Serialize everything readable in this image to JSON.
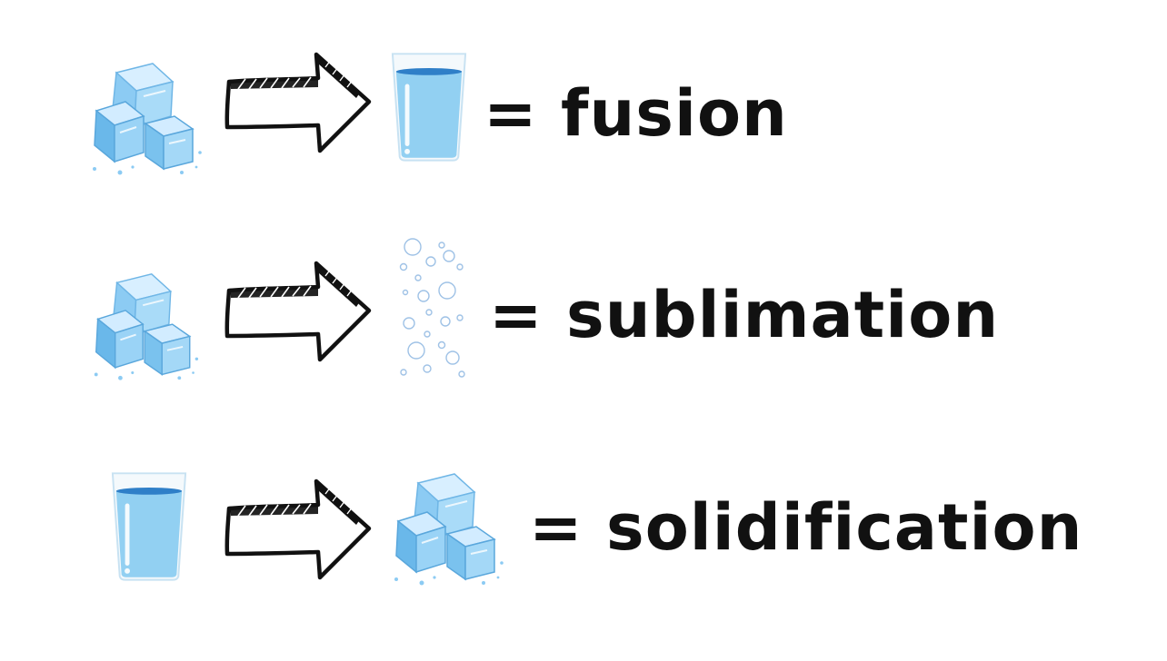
{
  "colors": {
    "text": "#111111",
    "ice_light": "#bfe3fb",
    "ice_mid": "#8ccbf3",
    "ice_dark": "#4fa6df",
    "water": "#92d0f2",
    "glass_edge": "#c8e2f2",
    "bubble": "#9fc2e6",
    "arrow_stroke": "#111111"
  },
  "icons": {
    "solid": "ice-cubes-icon",
    "liquid": "water-glass-icon",
    "gas": "vapor-bubbles-icon",
    "transition": "right-arrow-icon"
  },
  "rows": [
    {
      "label": "= fusion"
    },
    {
      "label": "= sublimation"
    },
    {
      "label": "= solidification"
    }
  ]
}
